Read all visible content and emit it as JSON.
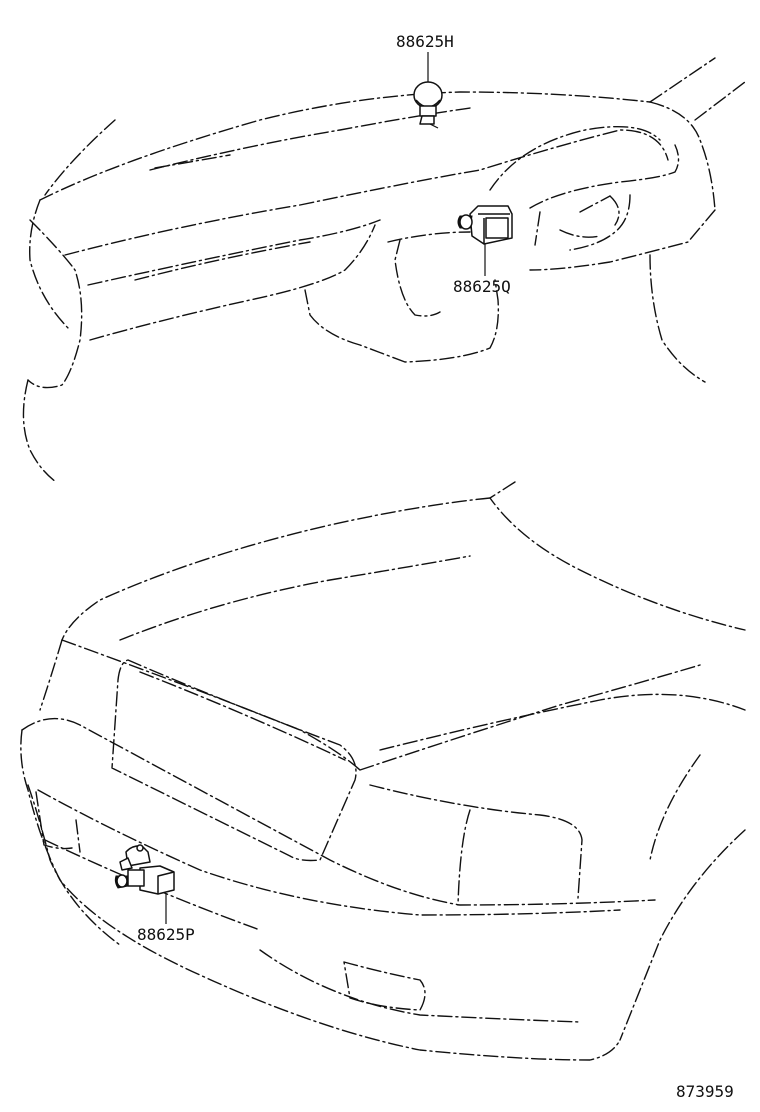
{
  "parts": [
    {
      "id": "part-1",
      "number": "88625H",
      "description_visible": ""
    },
    {
      "id": "part-2",
      "number": "88625Q",
      "description_visible": ""
    },
    {
      "id": "part-3",
      "number": "88625P",
      "description_visible": ""
    }
  ],
  "illustration_ref": "873959",
  "icons": {
    "part-1": "round-sensor-icon",
    "part-2": "box-connector-sensor-icon",
    "part-3": "bumper-sensor-icon"
  }
}
